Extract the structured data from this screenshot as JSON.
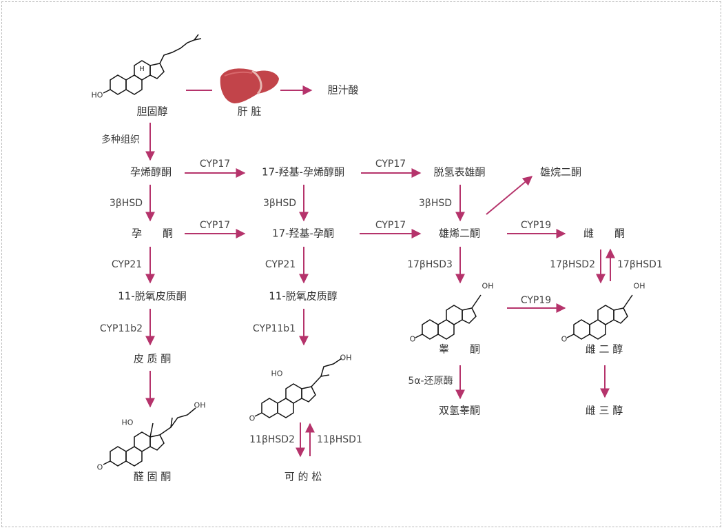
{
  "colors": {
    "arrow": "#b5336b",
    "text": "#333333",
    "frame": "#b9b9b9",
    "liver": "#c2444a"
  },
  "compounds": {
    "cholesterol": "胆固醇",
    "liver": "肝 脏",
    "bile_acid": "胆汁酸",
    "pregnenolone": "孕烯醇酮",
    "hydroxy_pregnenolone": "17-羟基-孕烯醇酮",
    "dhea": "脱氢表雄酮",
    "androstanedione": "雄烷二酮",
    "progesterone": "孕　　酮",
    "hydroxy_progesterone": "17-羟基-孕酮",
    "androstenedione": "雄烯二酮",
    "estrone": "雌　　酮",
    "deoxycorticosterone": "11-脱氧皮质酮",
    "deoxycortisol": "11-脱氧皮质醇",
    "testosterone": "睾　　酮",
    "estradiol": "雌 二 醇",
    "corticosterone": "皮 质 酮",
    "dht": "双氢睾酮",
    "estriol": "雌 三 醇",
    "aldosterone": "醛 固 酮",
    "cortisol": "可 的 松"
  },
  "enzymes": {
    "multi_tissue": "多种组织",
    "cyp17_a": "CYP17",
    "cyp17_b": "CYP17",
    "cyp17_c": "CYP17",
    "cyp17_d": "CYP17",
    "hsd3b_a": "3βHSD",
    "hsd3b_b": "3βHSD",
    "hsd3b_c": "3βHSD",
    "cyp19_a": "CYP19",
    "cyp19_b": "CYP19",
    "cyp21_a": "CYP21",
    "cyp21_b": "CYP21",
    "hsd17b3": "17βHSD3",
    "hsd17b2": "17βHSD2",
    "hsd17b1": "17βHSD1",
    "cyp11b2": "CYP11b2",
    "cyp11b1": "CYP11b1",
    "reductase": "5α-还原酶",
    "hsd11b2": "11βHSD2",
    "hsd11b1": "11βHSD1"
  },
  "atoms": {
    "ho": "HO",
    "o": "O",
    "oh": "OH",
    "h": "H"
  }
}
